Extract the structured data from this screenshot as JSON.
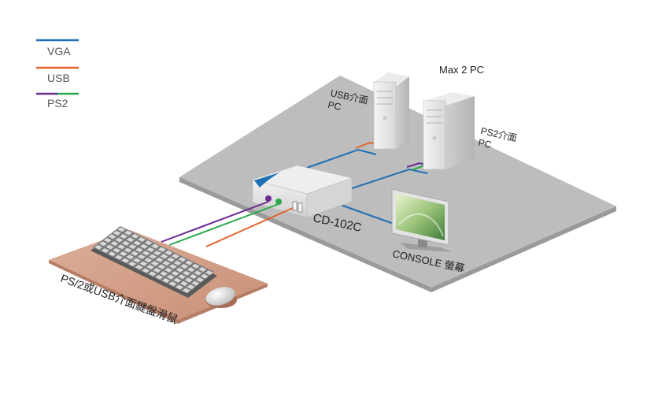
{
  "legend": [
    {
      "label": "VGA",
      "colors": [
        "#1f6fb4"
      ]
    },
    {
      "label": "USB",
      "colors": [
        "#e0642a"
      ]
    },
    {
      "label": "PS2",
      "colors": [
        "#6a2c91",
        "#2aa84a"
      ]
    }
  ],
  "title": "Max 2 PC",
  "usb_pc_label_line1": "USB介面",
  "usb_pc_label_line2": "PC",
  "ps2_pc_label_line1": "PS2介面",
  "ps2_pc_label_line2": "PC",
  "device_label": "CD-102C",
  "console_label": "CONSOLE 螢幕",
  "keyboard_label": "PS/2或USB介面鍵盤滑鼠",
  "colors": {
    "vga": "#1f6fb4",
    "usb": "#e0642a",
    "ps2_purple": "#6a2c91",
    "ps2_green": "#2aa84a",
    "platform": "#bcbcbc",
    "mat": "#d4a08a"
  }
}
